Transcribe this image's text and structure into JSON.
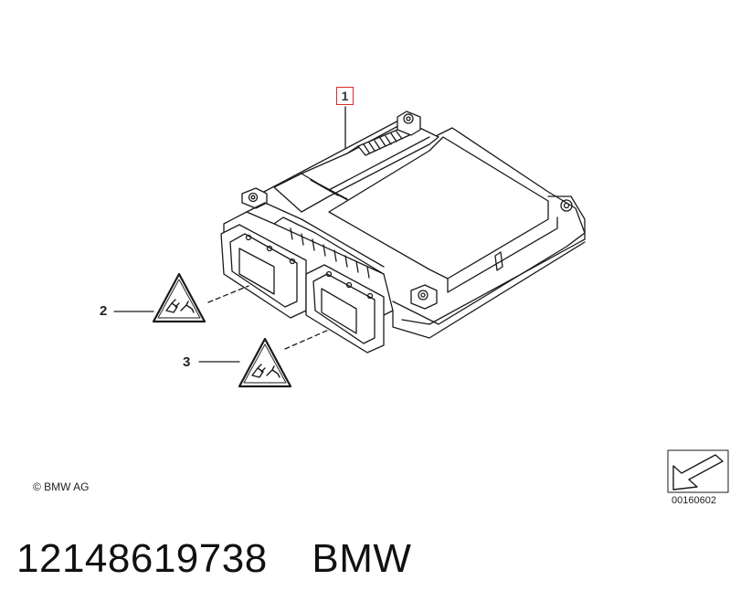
{
  "callouts": {
    "item_1": "1",
    "item_2": "2",
    "item_3": "3"
  },
  "copyright": "© BMW AG",
  "diagram_number": "00160602",
  "footer": {
    "part_number": "12148619738",
    "brand": "BMW"
  },
  "colors": {
    "line": "#1a1a1a",
    "callout_box_border": "#d62b2b",
    "background": "#ffffff"
  },
  "icons": [
    "ecu-control-unit",
    "connector-warning-triangle-icon",
    "connector-warning-triangle-icon",
    "view-direction-arrow-icon"
  ]
}
